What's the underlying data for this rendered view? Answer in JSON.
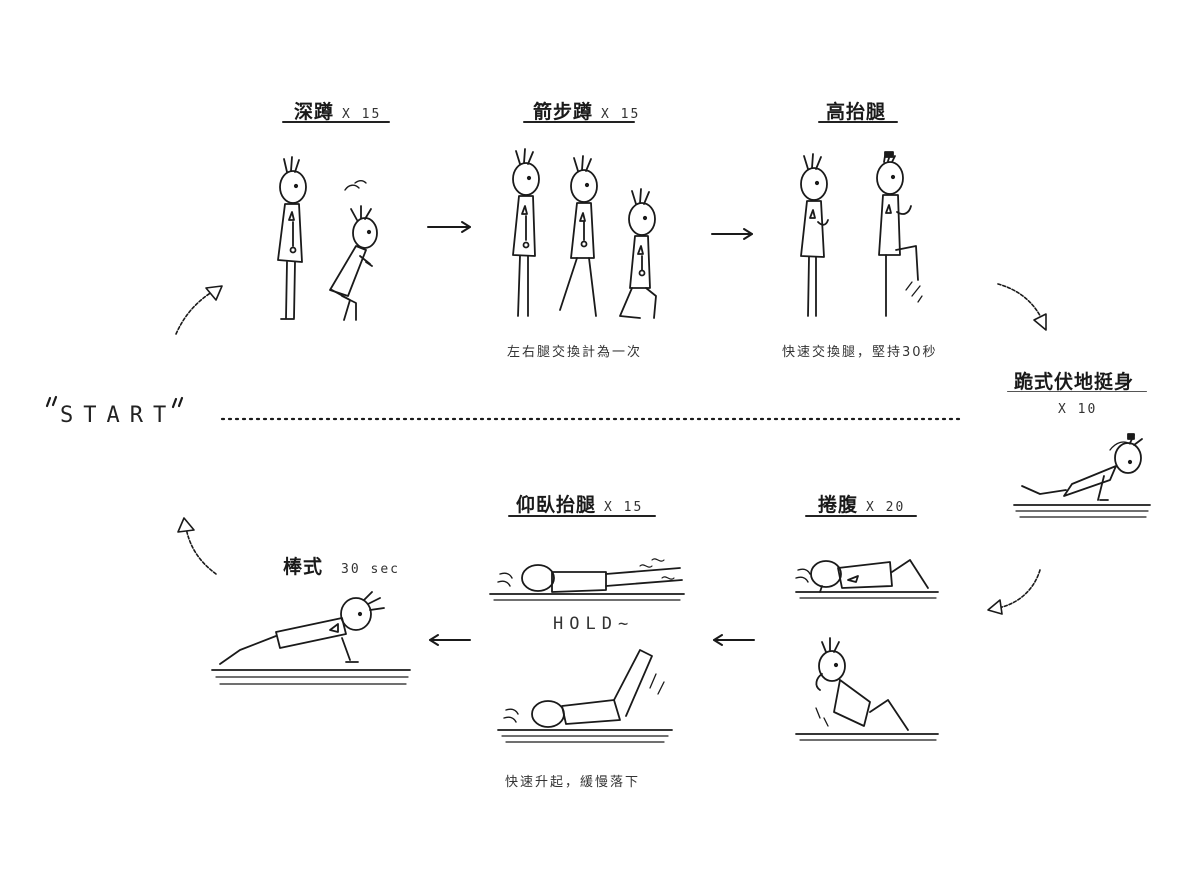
{
  "start_label": "START",
  "hold_label": "HOLD~",
  "exercises": {
    "squat": {
      "name": "深蹲",
      "reps": "X 15"
    },
    "lunge": {
      "name": "箭步蹲",
      "reps": "X 15",
      "note": "左右腿交換計為一次"
    },
    "high_knees": {
      "name": "高抬腿",
      "note": "快速交換腿，堅持30秒"
    },
    "kneeling_pushup": {
      "name": "跪式伏地挺身",
      "reps": "X 10"
    },
    "crunch": {
      "name": "捲腹",
      "reps": "X 20"
    },
    "leg_raise": {
      "name": "仰臥抬腿",
      "reps": "X 15",
      "note": "快速升起，緩慢落下"
    },
    "plank": {
      "name": "棒式",
      "reps": "30 sec"
    }
  },
  "colors": {
    "ink": "#1a1a1a",
    "background": "#ffffff"
  }
}
